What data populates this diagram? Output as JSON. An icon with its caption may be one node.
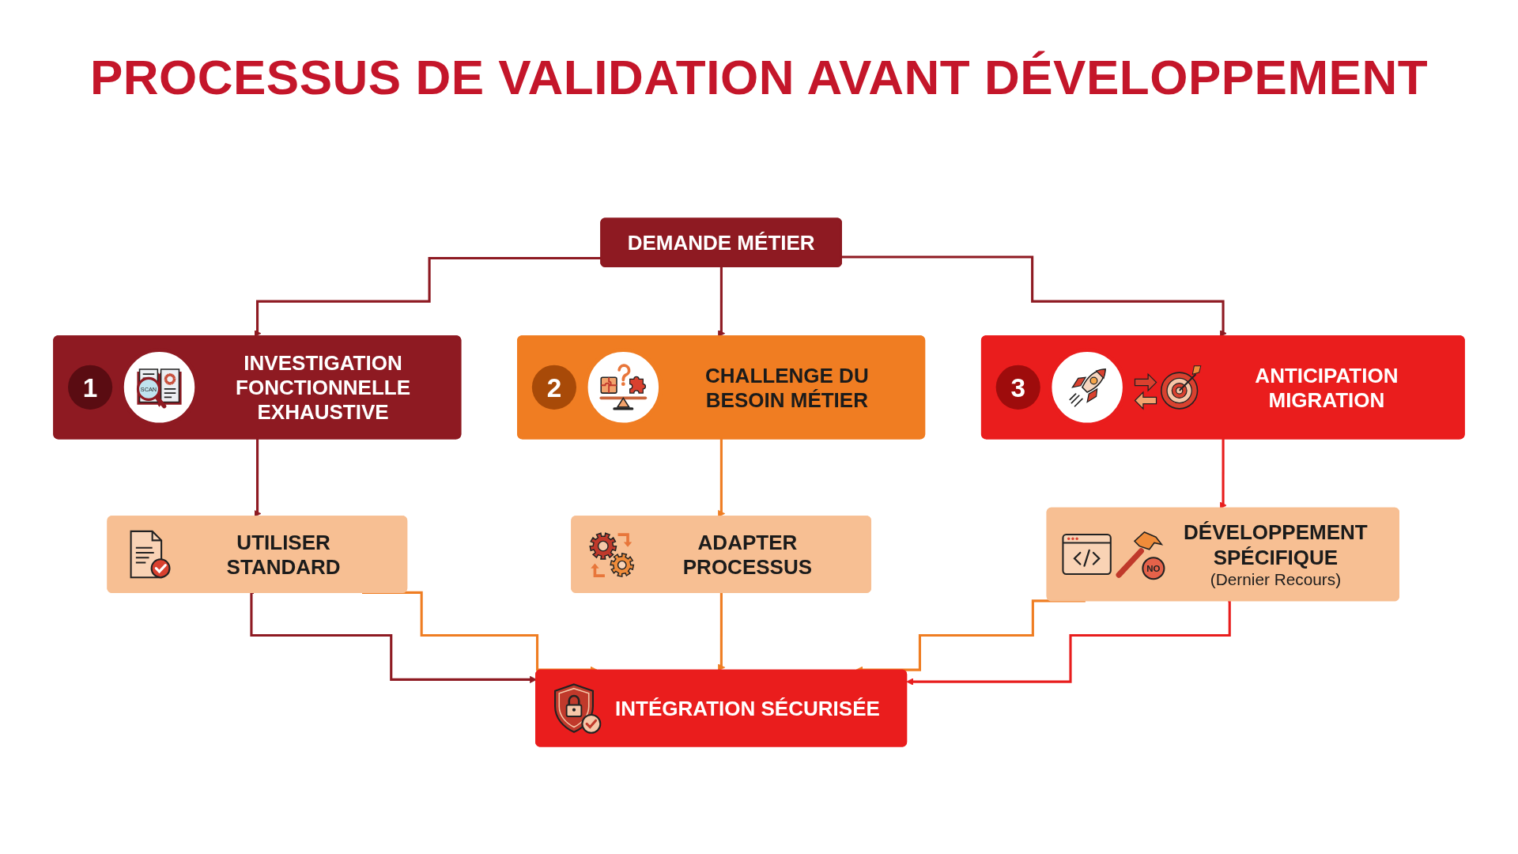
{
  "diagram": {
    "title": "PROCESSUS DE VALIDATION AVANT DÉVELOPPEMENT",
    "nodes": [
      {
        "text": [
          "DEMANDE MÉTIER"
        ]
      },
      {
        "text": [
          "1",
          "SCAN",
          "INVESTIGATION FONCTIONNELLE EXHAUSTIVE"
        ]
      },
      {
        "text": [
          "2",
          "CHALLENGE DU BESOIN MÉTIER"
        ]
      },
      {
        "text": [
          "3",
          "ANTICIPATION MIGRATION"
        ]
      },
      {
        "text": [
          "UTILISER STANDARD"
        ]
      },
      {
        "text": [
          "ADAPTER PROCESSUS"
        ]
      },
      {
        "text": [
          "NO",
          "DÉVELOPPEMENT SPÉCIFIQUE",
          "(Dernier Recours)"
        ]
      },
      {
        "text": [
          "INTÉGRATION SÉCURISÉE"
        ]
      }
    ],
    "edges": [
      {
        "from": 0,
        "to": 1,
        "arrow": "to"
      },
      {
        "from": 0,
        "to": 2,
        "arrow": "to"
      },
      {
        "from": 0,
        "to": 3,
        "arrow": "to"
      },
      {
        "from": 1,
        "to": 4,
        "arrow": "to"
      },
      {
        "from": 2,
        "to": 5,
        "arrow": "to",
        "color": "#ef7d22"
      },
      {
        "from": 3,
        "to": 6,
        "arrow": "to",
        "color": "#e81d1d"
      },
      {
        "from": 4,
        "to": 7,
        "arrow": "to"
      },
      {
        "from": 4,
        "to": 7,
        "arrow": "to",
        "color": "#ef7d22"
      },
      {
        "from": 5,
        "to": 7,
        "arrow": "to",
        "color": "#ef7d22"
      },
      {
        "from": 6,
        "to": 7,
        "arrow": "to",
        "color": "#ef7d22"
      },
      {
        "from": 6,
        "to": 7,
        "arrow": "to",
        "color": "#e81d1d"
      }
    ]
  }
}
